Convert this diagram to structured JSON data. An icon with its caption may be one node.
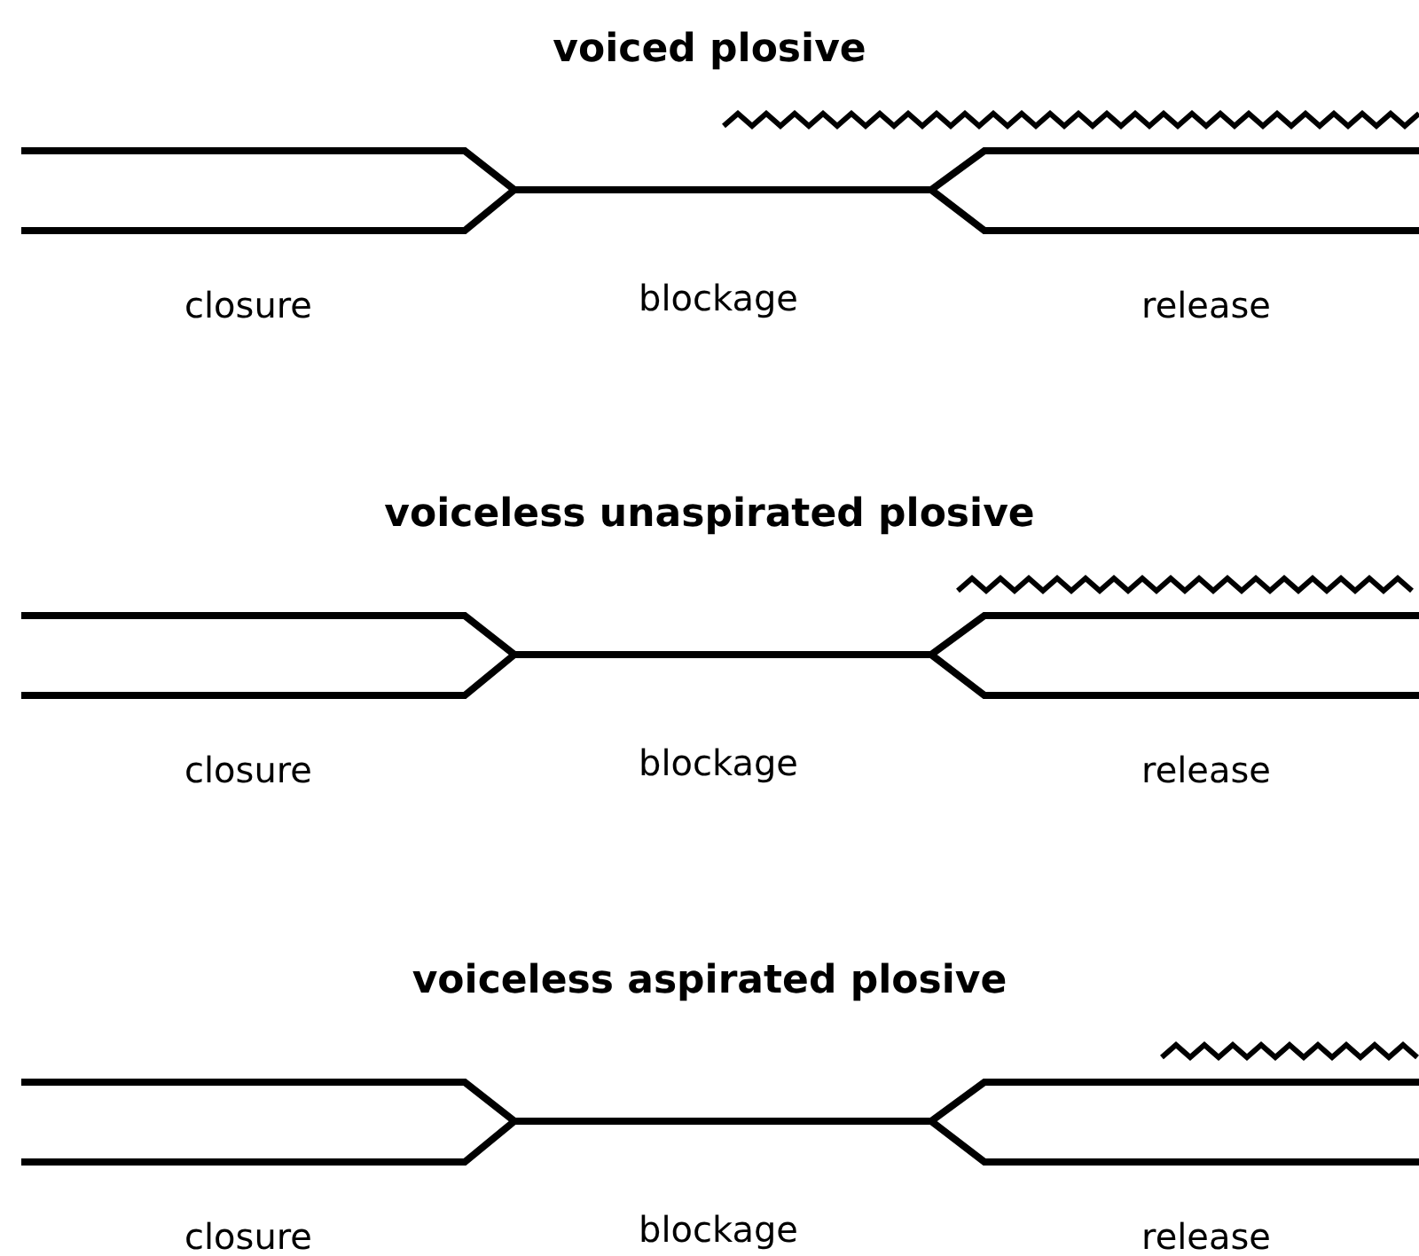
{
  "diagram": {
    "labels": [
      "voiced plosive",
      "closure",
      "blockage",
      "release",
      "voiceless unaspirated plosive",
      "closure",
      "blockage",
      "release",
      "voiceless aspirated plosive",
      "closure",
      "blockage",
      "release"
    ]
  }
}
